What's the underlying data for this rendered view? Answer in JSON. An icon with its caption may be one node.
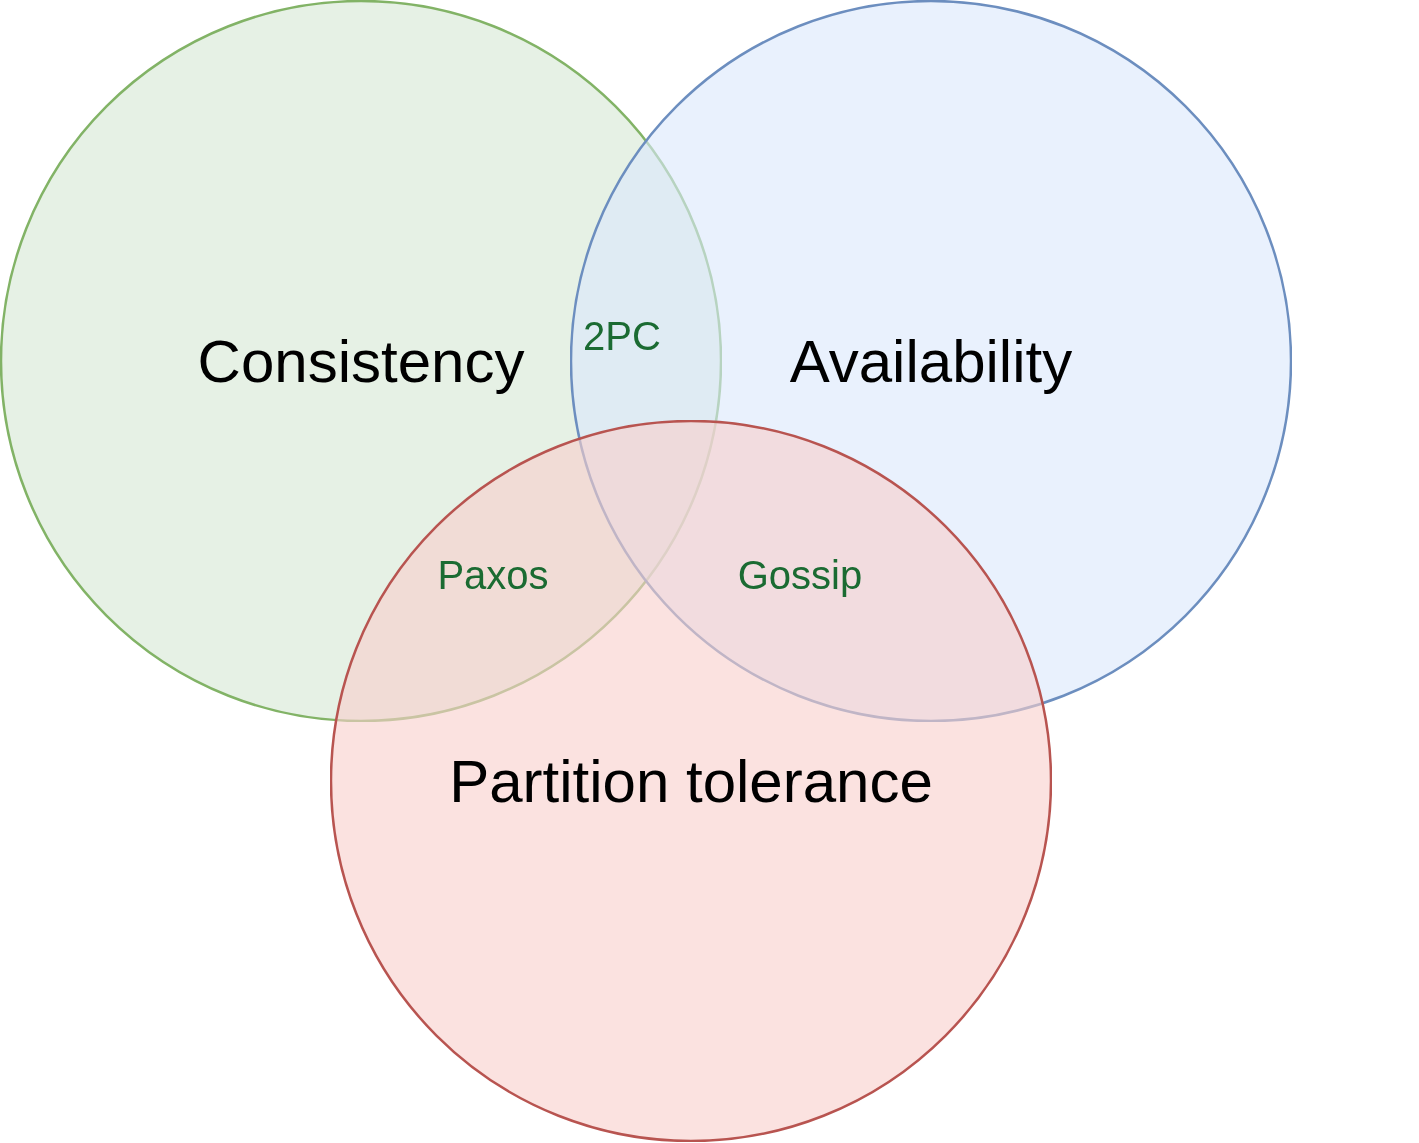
{
  "diagram": {
    "nodes": [
      {
        "text": [
          "Consistency"
        ]
      },
      {
        "text": [
          "Availability"
        ]
      },
      {
        "text": [
          "Partition tolerance"
        ]
      }
    ],
    "labels": [
      "2PC",
      "Paxos",
      "Gossip"
    ]
  }
}
